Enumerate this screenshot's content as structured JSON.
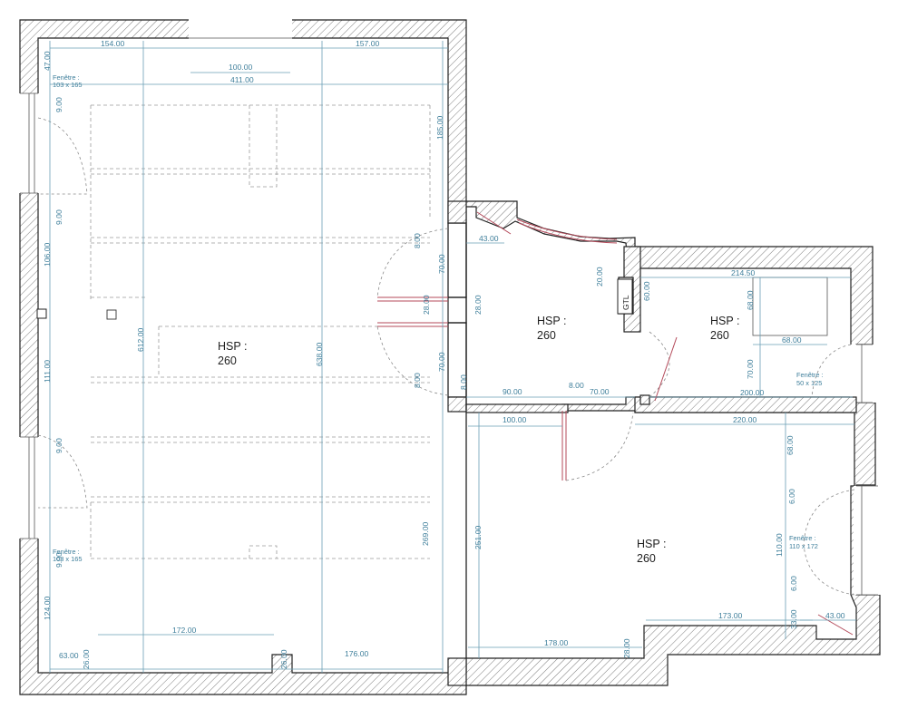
{
  "rooms": [
    {
      "id": "living",
      "hsp_label": "HSP :",
      "hsp_value": "260"
    },
    {
      "id": "hall",
      "hsp_label": "HSP :",
      "hsp_value": "260"
    },
    {
      "id": "small-room",
      "hsp_label": "HSP :",
      "hsp_value": "260"
    },
    {
      "id": "bedroom",
      "hsp_label": "HSP :",
      "hsp_value": "260"
    }
  ],
  "gtl_label": "GTL",
  "windows": [
    {
      "id": "w-top-left",
      "title": "Fenêtre :",
      "size": "103 x 165"
    },
    {
      "id": "w-bottom-left",
      "title": "Fenêtre :",
      "size": "103 x 165"
    },
    {
      "id": "w-small-room",
      "title": "Fenêtre :",
      "size": "50 x 125"
    },
    {
      "id": "w-bedroom",
      "title": "Fenêtre :",
      "size": "110 x 172"
    }
  ],
  "dimensions": {
    "d154": "154.00",
    "d157": "157.00",
    "d100_top": "100.00",
    "d411": "411.00",
    "d47": "47.00",
    "d9_a": "9.00",
    "d185": "185.00",
    "d9_b": "9.00",
    "d106": "106.00",
    "d612": "612.00",
    "d638": "638.00",
    "d111": "111.00",
    "d9_c": "9.00",
    "d269": "269.00",
    "d9_d": "9.00",
    "d124": "124.00",
    "d172": "172.00",
    "d63": "63.00",
    "d26_a": "26.00",
    "d26_b": "26.00",
    "d176": "176.00",
    "d8_a": "8.00",
    "d70_a": "70.00",
    "d28_a": "28.00",
    "d28_b": "28.00",
    "d70_b": "70.00",
    "d8_b": "8.00",
    "d43_a": "43.00",
    "d20": "20.00",
    "d8_c": "8.00",
    "d90": "90.00",
    "d8_d": "8.00",
    "d70_c": "70.00",
    "d214": "214.50",
    "d60": "60.00",
    "d68_a": "68.00",
    "d68_b": "68.00",
    "d70_d": "70.00",
    "d200": "200.00",
    "d100_bed": "100.00",
    "d220": "220.00",
    "d68_c": "68.00",
    "d251": "251.00",
    "d6_a": "6.00",
    "d110": "110.00",
    "d6_b": "6.00",
    "d173": "173.00",
    "d33": "33.00",
    "d43_b": "43.00",
    "d178": "178.00",
    "d28_c": "28.00"
  }
}
